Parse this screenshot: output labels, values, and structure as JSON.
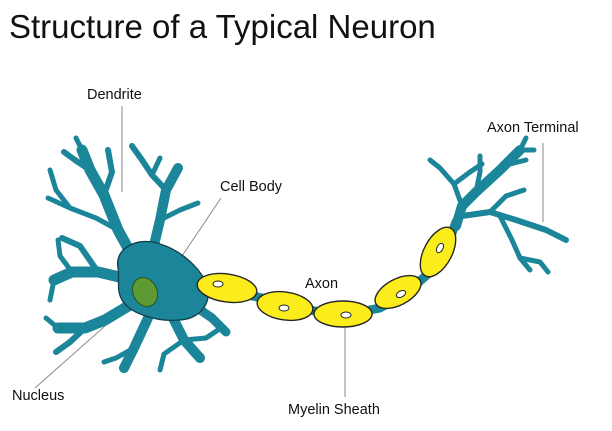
{
  "title": "Structure of a Typical Neuron",
  "labels": {
    "dendrite": "Dendrite",
    "cell_body": "Cell Body",
    "axon": "Axon",
    "axon_terminal": "Axon Terminal",
    "nucleus": "Nucleus",
    "myelin_sheath": "Myelin Sheath"
  },
  "colors": {
    "neuron": "#1b8599",
    "myelin": "#fbec1b",
    "nucleus": "#5e9a33"
  }
}
